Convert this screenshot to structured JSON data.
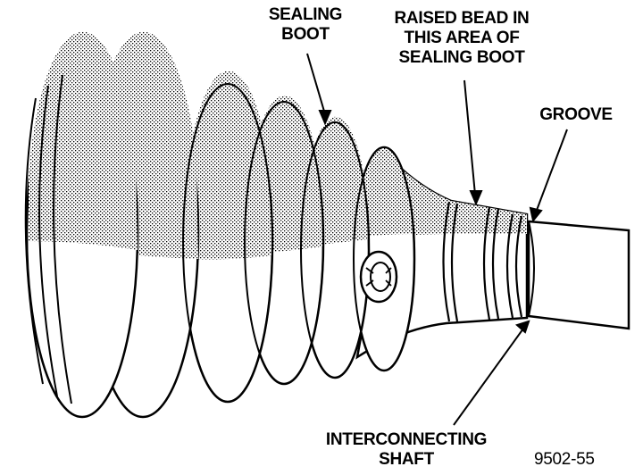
{
  "labels": {
    "sealing_boot": [
      "SEALING",
      "BOOT"
    ],
    "raised_bead": [
      "RAISED BEAD IN",
      "THIS AREA OF",
      "SEALING BOOT"
    ],
    "groove": "GROOVE",
    "interconnecting_shaft": [
      "INTERCONNECTING",
      "SHAFT"
    ],
    "figure_number": "9502-55"
  }
}
